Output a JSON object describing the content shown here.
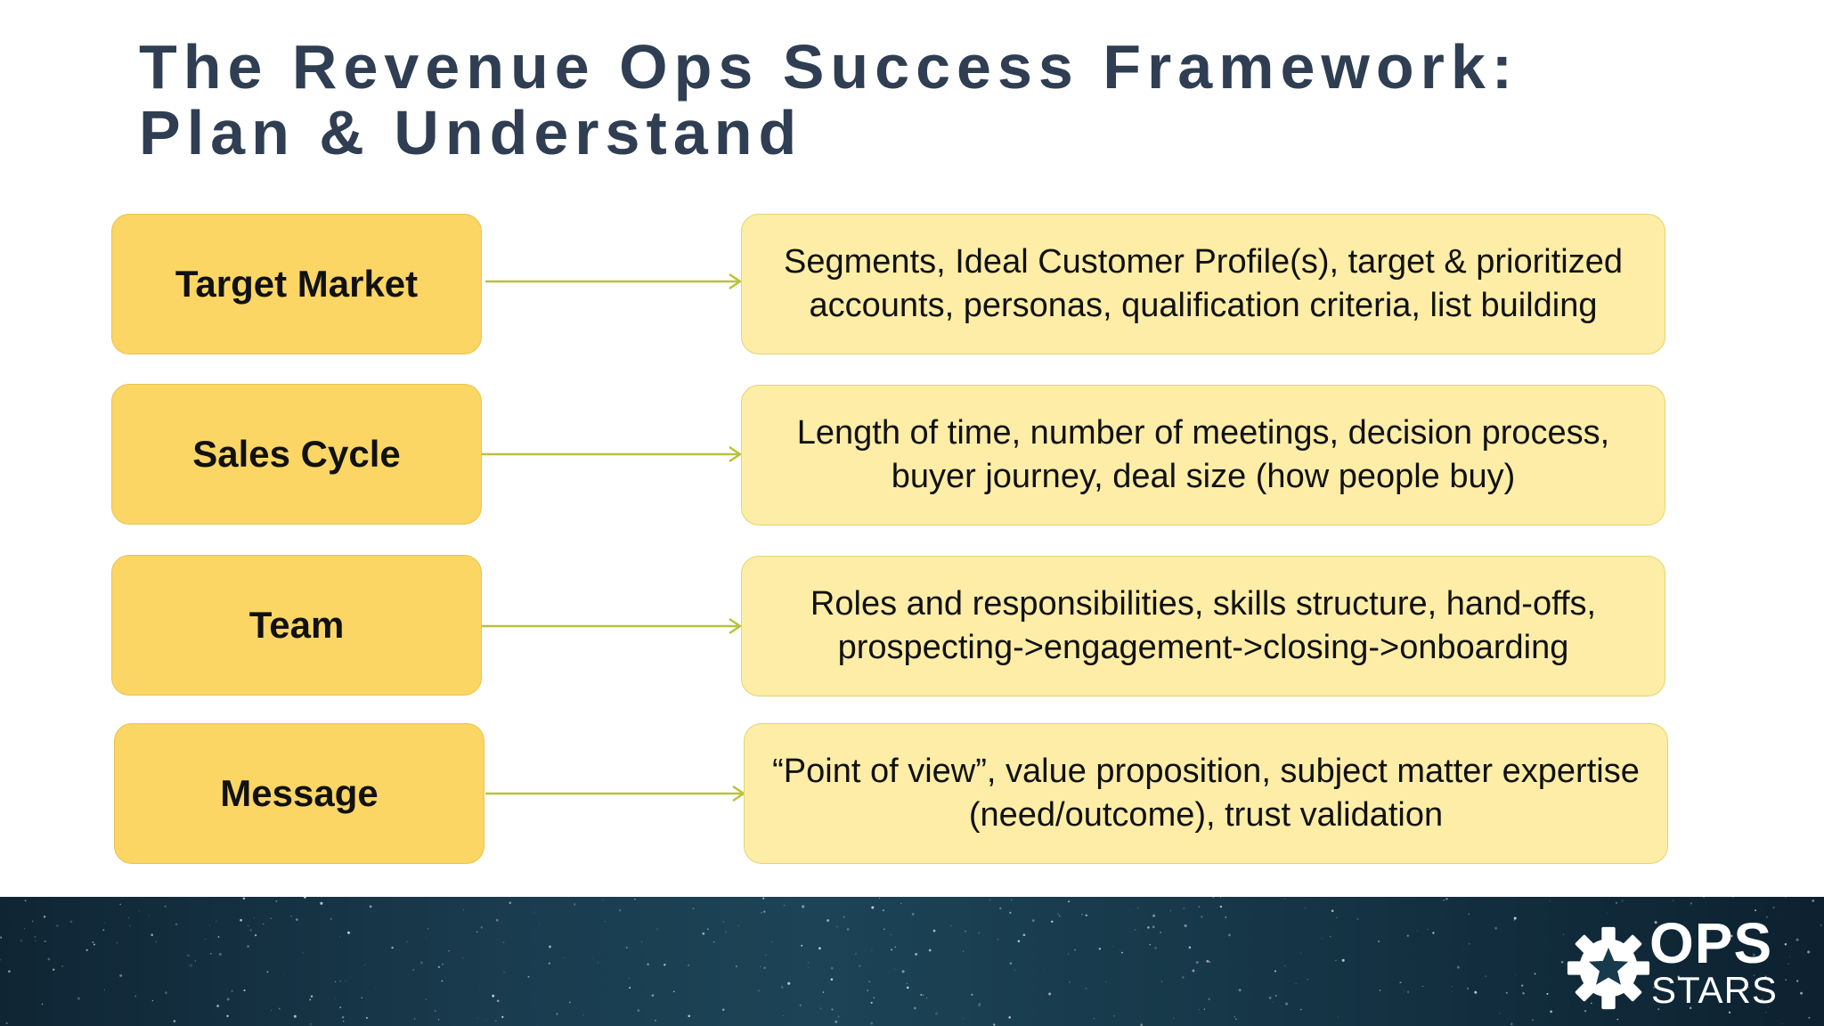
{
  "slide": {
    "title_line1": "The Revenue Ops Success Framework:",
    "title_line2": "Plan & Understand"
  },
  "rows": [
    {
      "label": "Target Market",
      "description": "Segments, Ideal Customer Profile(s), target & prioritized accounts, personas, qualification criteria, list building"
    },
    {
      "label": "Sales Cycle",
      "description": "Length of time, number of meetings, decision process, buyer journey, deal size (how people buy)"
    },
    {
      "label": "Team",
      "description": "Roles and responsibilities, skills structure, hand-offs, prospecting->engagement->closing->onboarding"
    },
    {
      "label": "Message",
      "description": "“Point of view”, value proposition, subject matter expertise (need/outcome), trust validation"
    }
  ],
  "logo": {
    "word_top": "OPS",
    "word_bottom": "STARS",
    "icon": "gear-star-icon"
  },
  "colors": {
    "title": "#2f3e52",
    "label_fill": "#fbd665",
    "description_fill": "#fdeda6",
    "arrow": "#b9c23a",
    "footer_background": "#163748"
  }
}
